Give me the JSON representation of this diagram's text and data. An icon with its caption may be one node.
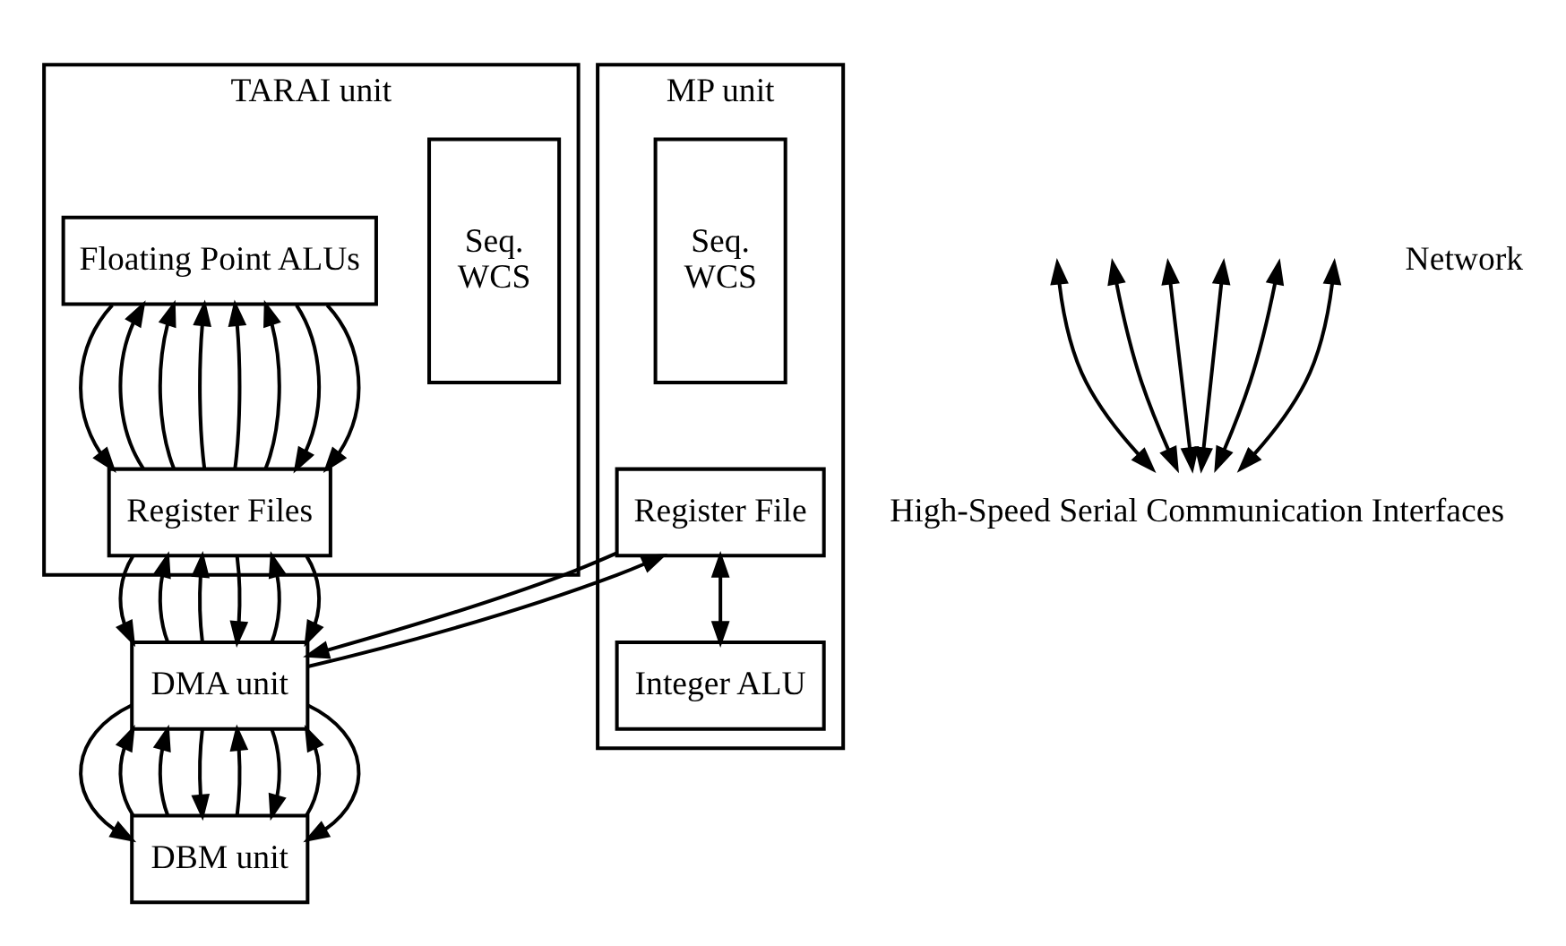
{
  "diagram": {
    "nodes": [
      {
        "text": [
          "TARAI unit"
        ]
      },
      {
        "text": [
          "Seq.",
          "WCS"
        ],
        "in": 0
      },
      {
        "text": [
          "Floating Point ALUs"
        ],
        "in": 0
      },
      {
        "text": [
          "Register Files"
        ],
        "in": 0
      },
      {
        "text": [
          "MP unit"
        ]
      },
      {
        "text": [
          "Integer ALU"
        ],
        "in": 4
      },
      {
        "text": [
          "Register File"
        ],
        "in": 4
      },
      {
        "text": [
          "Seq.",
          "WCS"
        ],
        "in": 4
      },
      {
        "text": [
          "DMA unit"
        ]
      },
      {
        "text": [
          "DBM unit"
        ]
      },
      {
        "text": [
          "High-Speed Serial Communication Interfaces"
        ]
      }
    ],
    "edges": [
      {
        "from": 3,
        "to": 2,
        "arrow": "to"
      },
      {
        "from": 3,
        "to": 2,
        "arrow": "to"
      },
      {
        "from": 3,
        "to": 2,
        "arrow": "to"
      },
      {
        "from": 3,
        "to": 2,
        "arrow": "to"
      },
      {
        "from": 3,
        "to": 2,
        "arrow": "to"
      },
      {
        "from": 2,
        "to": 3,
        "arrow": "to"
      },
      {
        "from": 2,
        "to": 3,
        "arrow": "to"
      },
      {
        "from": 2,
        "to": 3,
        "arrow": "to"
      },
      {
        "from": 6,
        "to": 5,
        "arrow": "both"
      },
      {
        "from": 8,
        "to": 3,
        "arrow": "to"
      },
      {
        "from": 3,
        "to": 8,
        "arrow": "to"
      },
      {
        "from": 8,
        "to": 3,
        "arrow": "to"
      },
      {
        "from": 3,
        "to": 8,
        "arrow": "to"
      },
      {
        "from": 8,
        "to": 3,
        "arrow": "to"
      },
      {
        "from": 3,
        "to": 8,
        "arrow": "to"
      },
      {
        "from": 8,
        "to": 6,
        "arrow": "to"
      },
      {
        "from": 6,
        "to": 8,
        "arrow": "to"
      },
      {
        "from": 9,
        "to": 8,
        "arrow": "to"
      },
      {
        "from": 8,
        "to": 9,
        "arrow": "to"
      },
      {
        "from": 9,
        "to": 8,
        "arrow": "to"
      },
      {
        "from": 8,
        "to": 9,
        "arrow": "to"
      },
      {
        "from": 9,
        "to": 8,
        "arrow": "to"
      },
      {
        "from": 8,
        "to": 9,
        "arrow": "to"
      },
      {
        "from": 9,
        "to": 8,
        "arrow": "to"
      },
      {
        "from": 8,
        "to": 9,
        "arrow": "to"
      },
      {
        "from": null,
        "to": 10,
        "arrow": "both"
      },
      {
        "from": null,
        "to": 10,
        "arrow": "both"
      },
      {
        "from": null,
        "to": 10,
        "arrow": "both"
      },
      {
        "from": null,
        "to": 10,
        "arrow": "both"
      },
      {
        "from": null,
        "to": 10,
        "arrow": "both"
      },
      {
        "from": null,
        "to": 10,
        "arrow": "both"
      }
    ],
    "labels": [
      "Network"
    ]
  }
}
